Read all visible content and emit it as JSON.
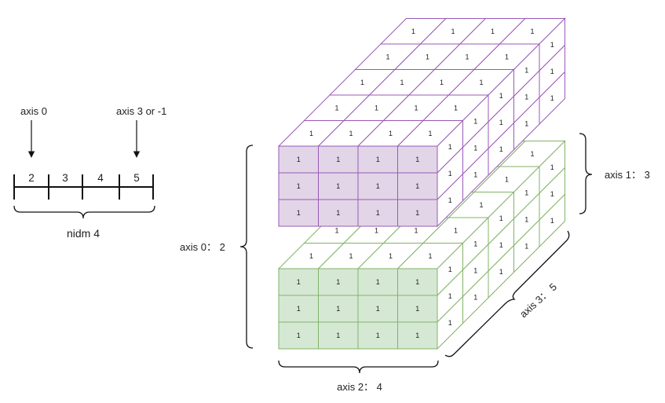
{
  "shape_legend": {
    "axis0_label": "axis 0",
    "axis_last_label": "axis 3 or -1",
    "dims": [
      "2",
      "3",
      "4",
      "5"
    ],
    "ndim_label": "nidm 4"
  },
  "tensor": {
    "cell_value": "1",
    "top_block_color": "#9b59b6",
    "top_block_fill": "#e1d5e7",
    "bottom_block_color": "#82b366",
    "bottom_block_fill": "#d5e8d4"
  },
  "axis_labels": {
    "axis0": "axis 0： 2",
    "axis1": "axis 1： 3",
    "axis2": "axis 2： 4",
    "axis3": "axis 3： 5"
  }
}
